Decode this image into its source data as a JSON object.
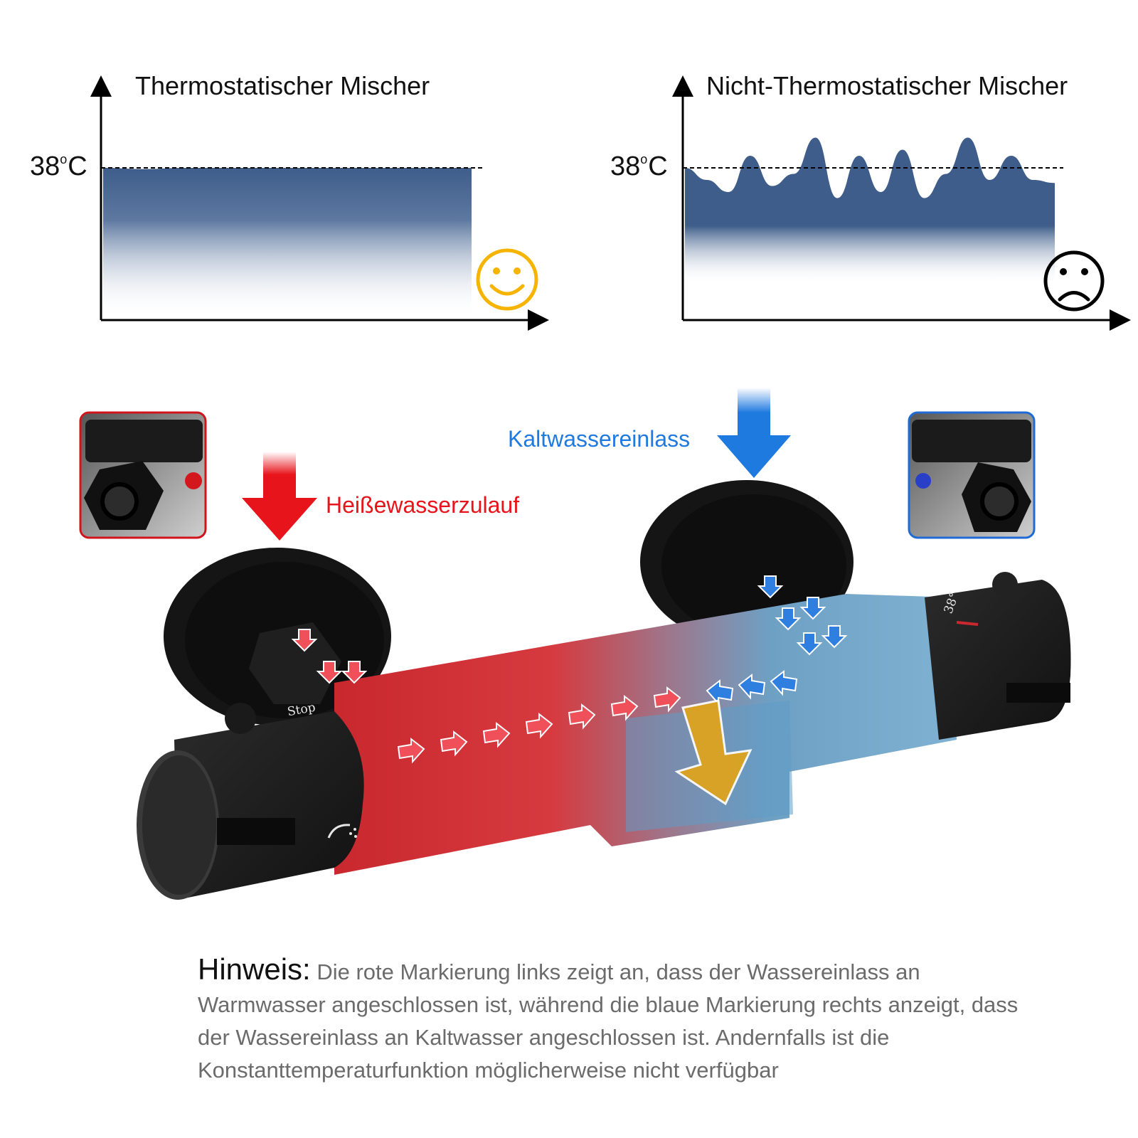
{
  "chart_data": [
    {
      "type": "area",
      "title": "Thermostatischer Mischer",
      "reference_label": "38",
      "reference_unit": "C",
      "reference_value": 38,
      "series": [
        {
          "values": [
            38,
            37.8,
            38,
            38,
            38,
            38,
            38,
            38,
            38,
            38
          ]
        }
      ],
      "mood": "happy"
    },
    {
      "type": "area",
      "title": "Nicht-Thermostatischer Mischer",
      "reference_label": "38",
      "reference_unit": "C",
      "reference_value": 38,
      "series": [
        {
          "values": [
            38,
            36,
            34,
            40,
            35,
            37,
            43,
            33,
            40,
            34,
            41,
            33,
            37,
            43,
            36,
            40,
            36,
            35.5
          ]
        }
      ],
      "mood": "sad"
    }
  ],
  "product": {
    "hot_inlet_label": "Heißewasserzulauf",
    "cold_inlet_label": "Kaltwassereinlass",
    "stop_label": "Stop",
    "dial_label": "38°"
  },
  "note": {
    "lead": "Hinweis:",
    "text": " Die rote Markierung links zeigt an, dass der Wassereinlass an Warmwasser angeschlossen ist, während die blaue Markierung rechts anzeigt, dass der Wassereinlass an Kaltwasser angeschlossen ist. Andernfalls ist die Konstanttemperaturfunktion möglicherweise nicht verfügbar"
  },
  "colors": {
    "hot": "#e8141c",
    "cold": "#1f7ae0",
    "area": "#3e5d8a",
    "happy": "#f6b400",
    "valve_body": "#1a1a1a"
  }
}
